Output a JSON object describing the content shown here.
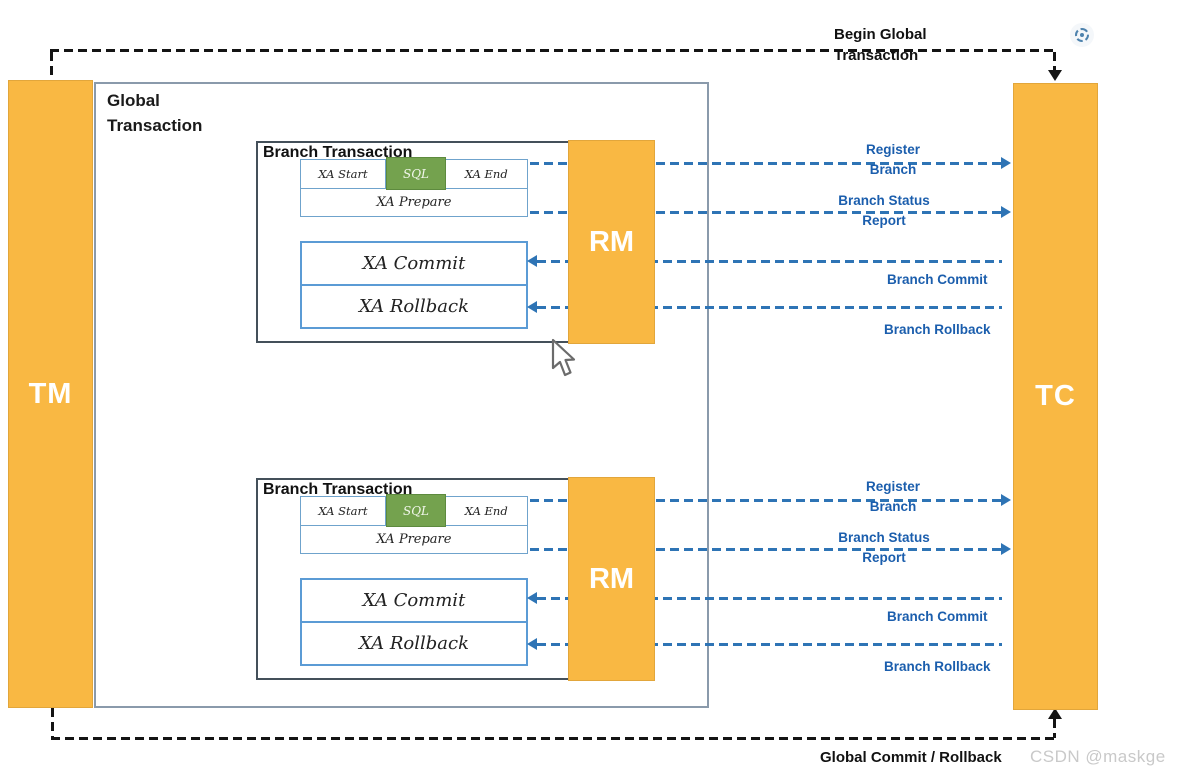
{
  "nodes": {
    "tm": "TM",
    "tc": "TC",
    "global_transaction": "Global Transaction"
  },
  "global_arrows": {
    "begin": "Begin Global Transaction",
    "commit_rollback": "Global Commit / Rollback"
  },
  "branches": [
    {
      "title": "Branch Transaction",
      "rm": "RM",
      "steps": {
        "xa_start": "XA Start",
        "sql": "SQL",
        "xa_end": "XA End",
        "xa_prepare": "XA Prepare",
        "xa_commit": "XA Commit",
        "xa_rollback": "XA Rollback"
      },
      "messages": {
        "register": "Register Branch",
        "status": "Branch Status Report",
        "commit": "Branch Commit",
        "rollback": "Branch Rollback"
      }
    },
    {
      "title": "Branch Transaction",
      "rm": "RM",
      "steps": {
        "xa_start": "XA Start",
        "sql": "SQL",
        "xa_end": "XA End",
        "xa_prepare": "XA Prepare",
        "xa_commit": "XA Commit",
        "xa_rollback": "XA Rollback"
      },
      "messages": {
        "register": "Register Branch",
        "status": "Branch Status Report",
        "commit": "Branch Commit",
        "rollback": "Branch Rollback"
      }
    }
  ],
  "watermark": "CSDN @maskge",
  "icons": {
    "sync": "sync-spinner-icon",
    "cursor": "mouse-pointer-icon"
  },
  "colors": {
    "node_orange": "#F9B843",
    "sql_green": "#74A24E",
    "arrow_blue": "#2E74B5",
    "label_blue": "#1B5EAD",
    "inner_border_blue": "#5B9BD5",
    "global_border_gray": "#8A9AAB",
    "branch_border_dark": "#44505A",
    "dash_black": "#141414"
  }
}
